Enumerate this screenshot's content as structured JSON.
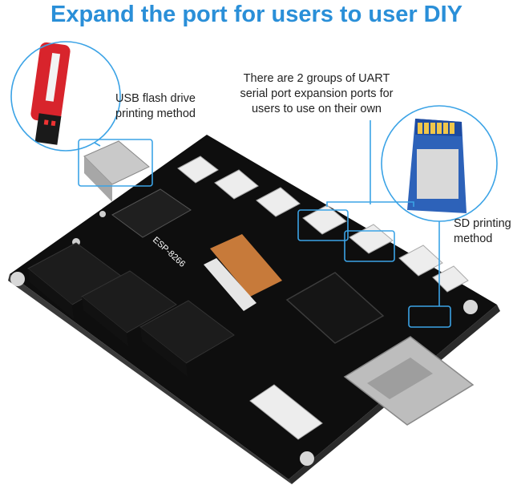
{
  "header": {
    "title": "Expand the port for users to user DIY"
  },
  "callouts": {
    "usb": [
      "USB flash drive",
      "printing method"
    ],
    "uart": [
      "There are 2 groups of UART",
      "serial port expansion ports for",
      "users to use on their own"
    ],
    "sd": [
      "SD printing",
      "method"
    ]
  },
  "board": {
    "module_label": "ESP-8266"
  },
  "colors": {
    "title": "#2a8fd8",
    "callout_line": "#3ba3e6",
    "board": "#0e0e0e",
    "ribbon": "#c77a3a",
    "usb_stick": "#d8242c"
  }
}
